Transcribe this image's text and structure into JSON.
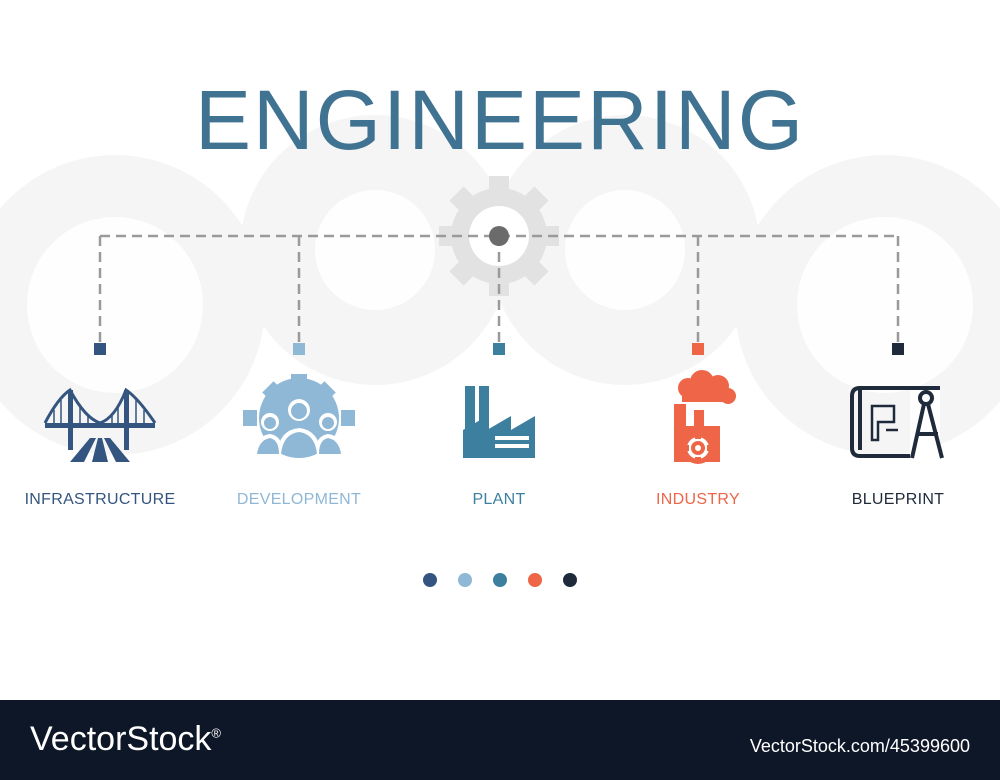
{
  "title": "ENGINEERING",
  "items": [
    {
      "label": "INFRASTRUCTURE",
      "color": "#34557f",
      "icon": "bridge-icon"
    },
    {
      "label": "DEVELOPMENT",
      "color": "#8fb7d6",
      "icon": "team-gear-icon"
    },
    {
      "label": "PLANT",
      "color": "#3d7f9f",
      "icon": "factory-icon"
    },
    {
      "label": "INDUSTRY",
      "color": "#ee6548",
      "icon": "industry-smoke-gear-icon"
    },
    {
      "label": "BLUEPRINT",
      "color": "#1f2a3a",
      "icon": "blueprint-compass-icon"
    }
  ],
  "hub_color": "#6b6b6b",
  "footer": {
    "brand": "VectorStock",
    "brand_mark": "®",
    "stock_id": "VectorStock.com/45399600"
  }
}
